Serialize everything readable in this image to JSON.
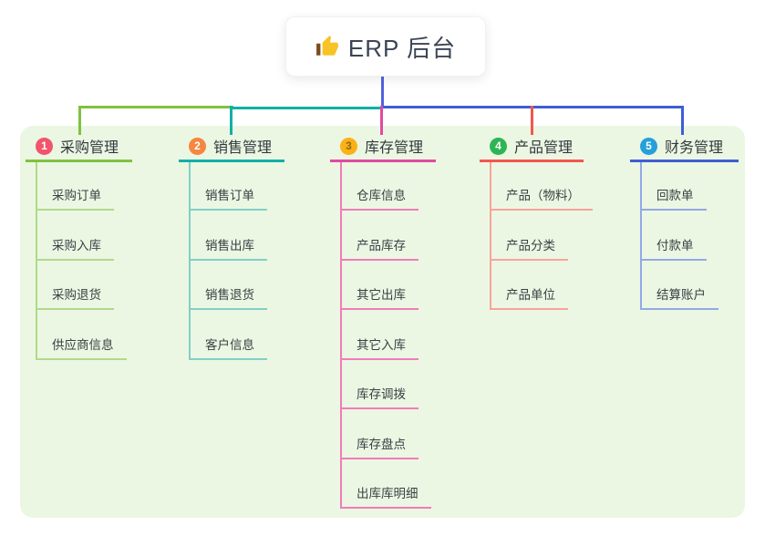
{
  "root": {
    "title": "ERP 后台",
    "icon": "thumbs-up-icon",
    "line_color": "#5163e0",
    "card_bg": "#ffffff",
    "title_color": "#3b4556"
  },
  "panel_bg": "#ebf7e3",
  "branches": [
    {
      "index": "1",
      "label": "采购管理",
      "badge_color": "#f1556c",
      "badge_text_color": "#ffffff",
      "line_color": "#7fc241",
      "child_line_color": "#b2d98b",
      "children": [
        "采购订单",
        "采购入库",
        "采购退货",
        "供应商信息"
      ]
    },
    {
      "index": "2",
      "label": "销售管理",
      "badge_color": "#f5873f",
      "badge_text_color": "#ffffff",
      "line_color": "#12b0a6",
      "child_line_color": "#82cfc8",
      "children": [
        "销售订单",
        "销售出库",
        "销售退货",
        "客户信息"
      ]
    },
    {
      "index": "3",
      "label": "库存管理",
      "badge_color": "#fbb117",
      "badge_text_color": "#8d6a12",
      "line_color": "#e04ba0",
      "child_line_color": "#f07cba",
      "children": [
        "仓库信息",
        "产品库存",
        "其它出库",
        "其它入库",
        "库存调拨",
        "库存盘点",
        "出库库明细"
      ]
    },
    {
      "index": "4",
      "label": "产品管理",
      "badge_color": "#2eb553",
      "badge_text_color": "#ffffff",
      "line_color": "#f4564e",
      "child_line_color": "#f9a39c",
      "children": [
        "产品（物料）",
        "产品分类",
        "产品单位"
      ]
    },
    {
      "index": "5",
      "label": "财务管理",
      "badge_color": "#26a0da",
      "badge_text_color": "#ffffff",
      "line_color": "#3f5ed3",
      "child_line_color": "#93a9e4",
      "children": [
        "回款单",
        "付款单",
        "结算账户"
      ]
    }
  ]
}
